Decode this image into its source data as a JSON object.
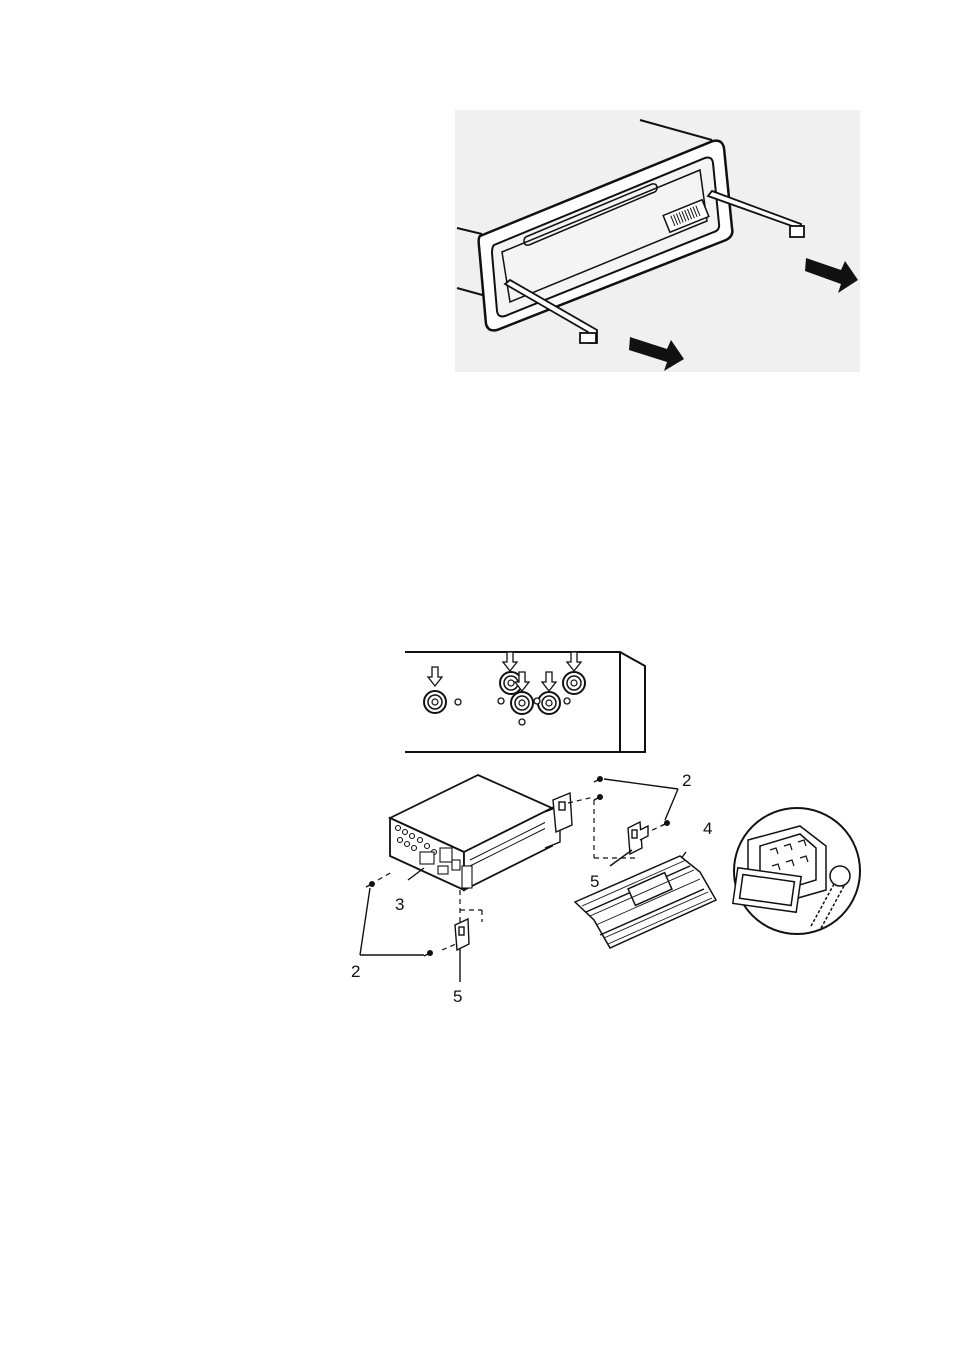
{
  "diagram": {
    "callouts": {
      "label_2_top": "2",
      "label_4": "4",
      "label_5_right": "5",
      "label_3": "3",
      "label_2_bottom": "2",
      "label_5_bottom": "5"
    }
  }
}
